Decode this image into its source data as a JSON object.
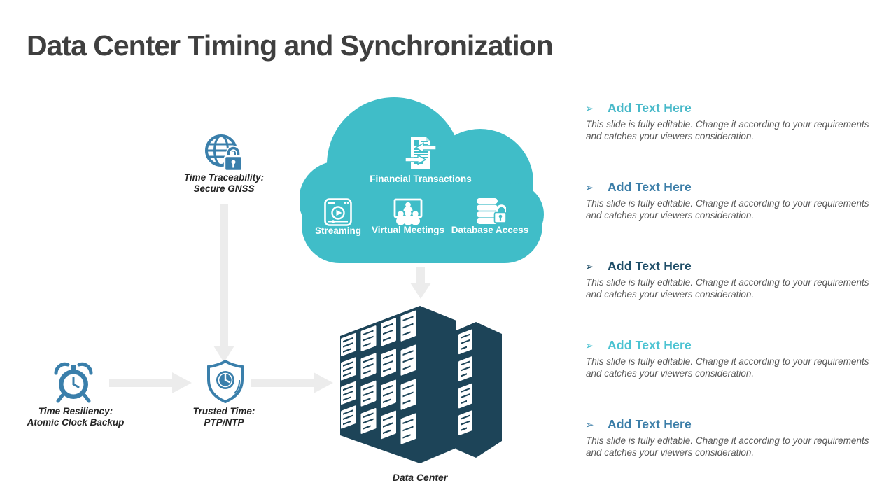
{
  "slide": {
    "title": "Data Center Timing and Synchronization"
  },
  "cloud": {
    "color": "#40bdc8",
    "services": [
      {
        "label": "Financial Transactions",
        "icon": "financial-transactions-icon"
      },
      {
        "label": "Streaming",
        "icon": "streaming-icon"
      },
      {
        "label": "Virtual Meetings",
        "icon": "virtual-meetings-icon"
      },
      {
        "label": "Database Access",
        "icon": "database-access-icon"
      }
    ]
  },
  "timing_nodes": [
    {
      "icon": "globe-lock-icon",
      "line1": "Time Traceability:",
      "line2": "Secure GNSS"
    },
    {
      "icon": "alarm-clock-icon",
      "line1": "Time Resiliency:",
      "line2": "Atomic Clock Backup"
    },
    {
      "icon": "shield-clock-icon",
      "line1": "Trusted Time:",
      "line2": "PTP/NTP"
    }
  ],
  "data_center": {
    "label": "Data Center",
    "color": "#1d4458"
  },
  "right_panel": {
    "bullet": "➢",
    "items": [
      {
        "heading": "Add Text Here",
        "accent": "#48b9c9",
        "body": "This slide is fully editable. Change it according to your requirements and catches your viewers consideration."
      },
      {
        "heading": "Add Text Here",
        "accent": "#3c7ea8",
        "body": "This slide is fully editable. Change it according to your requirements and catches your viewers consideration."
      },
      {
        "heading": "Add Text Here",
        "accent": "#1f4e68",
        "body": "This slide is fully editable. Change it according to your requirements and catches your viewers consideration."
      },
      {
        "heading": "Add Text Here",
        "accent": "#4cc3d2",
        "body": "This slide is fully editable. Change it according to your requirements and catches your viewers consideration."
      },
      {
        "heading": "Add Text Here",
        "accent": "#3c7ea8",
        "body": "This slide is fully editable. Change it according to your requirements and catches your viewers consideration."
      }
    ]
  },
  "colors": {
    "title": "#3f3f3f",
    "body_text": "#595959",
    "label_text": "#262626",
    "icon_blue": "#3a7fab",
    "arrow": "#ececec"
  }
}
